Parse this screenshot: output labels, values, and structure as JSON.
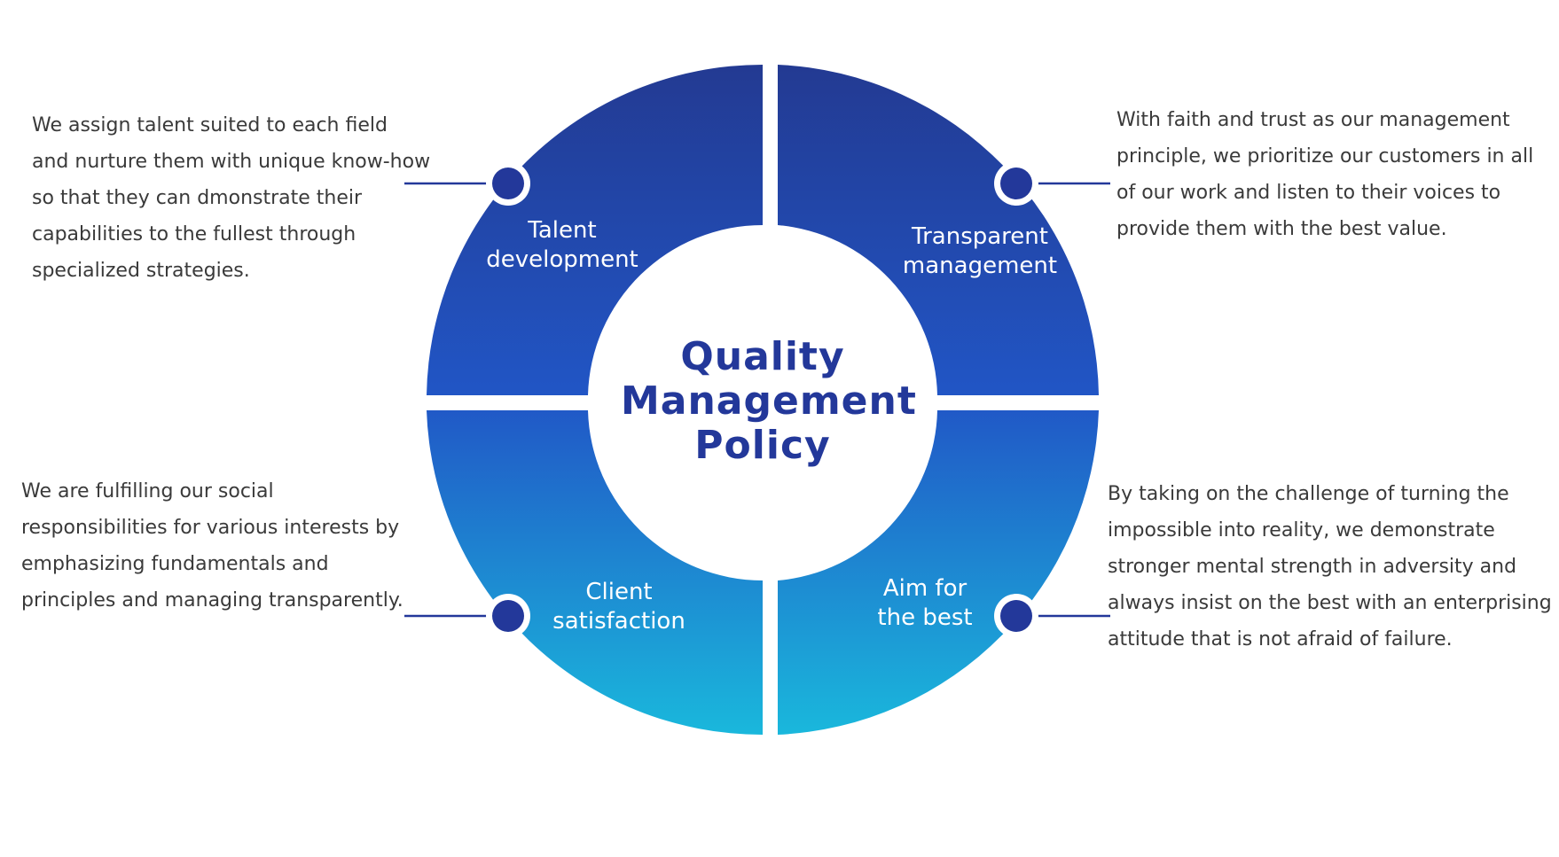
{
  "title": [
    "Quality",
    "Management",
    "Policy"
  ],
  "colors": {
    "segment_top": "#233a92",
    "segment_mid": "#2156c6",
    "segment_bottom": "#1ab8dc",
    "title": "#23389a",
    "connector": "#23389a",
    "text": "#3a3a3a"
  },
  "segments": [
    {
      "id": "top-left",
      "label": [
        "Talent",
        "development"
      ],
      "description": [
        "We assign talent suited to each field",
        "and nurture them with unique know-how",
        "so that they can dmonstrate their",
        "capabilities to the fullest through",
        "specialized strategies."
      ]
    },
    {
      "id": "top-right",
      "label": [
        "Transparent",
        "management"
      ],
      "description": [
        "With faith and trust as our management",
        "principle, we prioritize our customers in all",
        "of our work and listen to their voices to",
        "provide them with the best value."
      ]
    },
    {
      "id": "bottom-left",
      "label": [
        "Client",
        "satisfaction"
      ],
      "description": [
        "We are fulfilling our social",
        "responsibilities for various interests by",
        "emphasizing fundamentals and",
        "principles and managing transparently."
      ]
    },
    {
      "id": "bottom-right",
      "label": [
        "Aim for",
        "the best"
      ],
      "description": [
        "By taking on the challenge of turning the",
        "impossible into reality, we demonstrate",
        "stronger mental strength in adversity and",
        "always insist on the best with an enterprising",
        " attitude that is not afraid of failure."
      ]
    }
  ]
}
